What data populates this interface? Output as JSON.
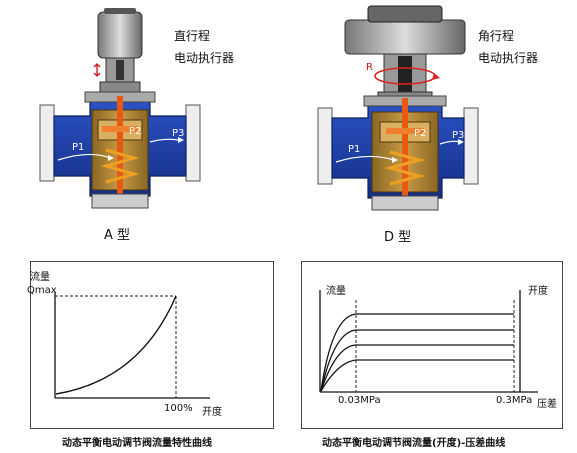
{
  "valve_a": {
    "actuator_label_1": "直行程",
    "actuator_label_2": "电动执行器",
    "p1": "P1",
    "p2": "P2",
    "p3": "P3",
    "caption": "A 型"
  },
  "valve_d": {
    "actuator_label_1": "角行程",
    "actuator_label_2": "电动执行器",
    "rotation": "R",
    "p1": "P1",
    "p2": "P2",
    "p3": "P3",
    "caption": "D 型"
  },
  "chart_left": {
    "ylabel": "流量",
    "ymax": "Qmax",
    "xtick": "100%",
    "xlabel": "开度",
    "caption": "动态平衡电动调节阀流量特性曲线"
  },
  "chart_right": {
    "ylabel": "流量",
    "ylabel_right": "开度",
    "xtick_1": "0.03MPa",
    "xtick_2": "0.3MPa",
    "xlabel": "压差",
    "caption": "动态平衡电动调节阀流量(开度)-压差曲线"
  },
  "colors": {
    "valve_blue": "#1a3c9c",
    "brass": "#a07a2e",
    "actuator_red": "#e85a10",
    "orange": "#f0a020"
  }
}
